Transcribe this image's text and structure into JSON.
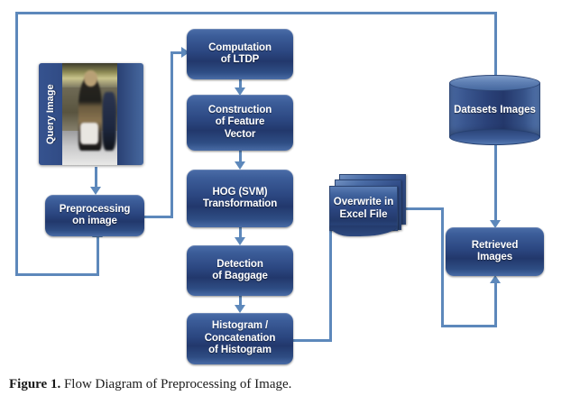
{
  "figure": {
    "caption_label": "Figure 1.",
    "caption_text": " Flow Diagram of Preprocessing of Image."
  },
  "colors": {
    "node_fill_dark": "#22386c",
    "node_fill_light": "#4b6da8",
    "connector": "#5d88bb",
    "text": "#ffffff"
  },
  "nodes": {
    "query_image": {
      "label": "Query Image"
    },
    "preprocessing": {
      "line1": "Preprocessing",
      "line2": "on image"
    },
    "computation_ltdp": {
      "line1": "Computation",
      "line2": "of  LTDP"
    },
    "feature_vector": {
      "line1": "Construction",
      "line2": "of Feature",
      "line3": "Vector"
    },
    "hog_svm": {
      "line1": "HOG (SVM)",
      "line2": "Transformation"
    },
    "detection_baggage": {
      "line1": "Detection",
      "line2": "of Baggage"
    },
    "histogram": {
      "line1": "Histogram /",
      "line2": "Concatenation",
      "line3": "of Histogram"
    },
    "overwrite_excel": {
      "line1": "Overwrite",
      "line2": "in Excel File"
    },
    "datasets_images": {
      "line1": "Datasets",
      "line2": "Images"
    },
    "retrieved_images": {
      "line1": "Retrieved",
      "line2": "Images"
    }
  },
  "icons": {
    "database_cylinder": "database-cylinder-icon",
    "document_stack": "document-stack-icon",
    "photo_thumbnail": "photo-thumbnail-icon"
  },
  "flow": {
    "edges": [
      {
        "from": "query_image",
        "to": "preprocessing"
      },
      {
        "from": "preprocessing",
        "to": "computation_ltdp"
      },
      {
        "from": "computation_ltdp",
        "to": "feature_vector"
      },
      {
        "from": "feature_vector",
        "to": "hog_svm"
      },
      {
        "from": "hog_svm",
        "to": "detection_baggage"
      },
      {
        "from": "detection_baggage",
        "to": "histogram"
      },
      {
        "from": "histogram",
        "to": "overwrite_excel"
      },
      {
        "from": "overwrite_excel",
        "to": "retrieved_images"
      },
      {
        "from": "datasets_images",
        "to": "retrieved_images"
      },
      {
        "from": "datasets_images_feedback",
        "to": "preprocessing"
      }
    ]
  }
}
